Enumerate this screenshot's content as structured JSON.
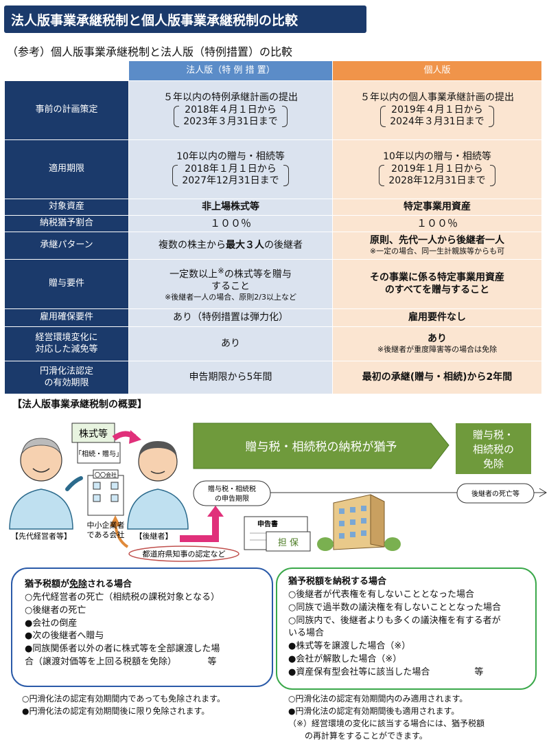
{
  "title": "法人版事業承継税制と個人版事業承継税制の比較",
  "reference_title": "（参考）個人版事業承継税制と法人版（特例措置）の比較",
  "table": {
    "headers": [
      "",
      "法人版（特 例 措 置）",
      "個人版"
    ],
    "rows": [
      {
        "label": "事前の計画策定",
        "c1": {
          "main": "５年以内の特例承継計画の提出",
          "sub1": "2018年４月１日から",
          "sub2": "2023年３月31日まで"
        },
        "c2": {
          "main": "５年以内の個人事業承継計画の提出",
          "sub1": "2019年４月１日から",
          "sub2": "2024年３月31日まで"
        }
      },
      {
        "label": "適用期限",
        "c1": {
          "main": "10年以内の贈与・相続等",
          "sub1": "2018年１月１日から",
          "sub2": "2027年12月31日まで"
        },
        "c2": {
          "main": "10年以内の贈与・相続等",
          "sub1": "2019年１月１日から",
          "sub2": "2028年12月31日まで"
        }
      },
      {
        "label": "対象資産",
        "c1": "非上場株式等",
        "c2": "特定事業用資産"
      },
      {
        "label": "納税猶予割合",
        "c1": "１００％",
        "c2": "１００％"
      },
      {
        "label": "承継パターン",
        "c1": {
          "pre": "複数の株主から",
          "bold": "最大３人",
          "post": "の後継者"
        },
        "c2": {
          "main": "原則、先代一人から後継者一人",
          "note": "※一定の場合、同一生計親族等からも可"
        }
      },
      {
        "label": "贈与要件",
        "c1": {
          "main1": "一定数以上",
          "sup": "※",
          "main2": "の株式等を贈与",
          "main3": "すること",
          "note": "※後継者一人の場合、原則2/3以上など"
        },
        "c2": {
          "l1": "その事業に係る特定事業用資産",
          "l2": "のすべてを贈与すること"
        }
      },
      {
        "label": "雇用確保要件",
        "c1": "あり（特例措置は弾力化）",
        "c2": "雇用要件なし"
      },
      {
        "label1": "経営環境変化に",
        "label2": "対応した減免等",
        "c1": "あり",
        "c2": {
          "main": "あり",
          "note": "※後継者が重度障害等の場合は免除"
        }
      },
      {
        "label1": "円滑化法認定",
        "label2": "の有効期限",
        "c1": "申告期限から5年間",
        "c2": "最初の承継(贈与・相続)から2年間"
      }
    ]
  },
  "overview": {
    "title": "【法人版事業承継税制の概要】",
    "card_text": "株式等",
    "card_sub": "「相続・贈与」",
    "company_sign": "〇〇会社",
    "predecessor_label": "【先代経営者等】",
    "company_label1": "中小企業者",
    "company_label2": "である会社",
    "successor_label": "【後継者】",
    "prefecture_label": "都道府県知事の認定など",
    "deferral_arrow": "贈与税・相続税の納税が猶予",
    "exemption_l1": "贈与税・",
    "exemption_l2": "相続税の",
    "exemption_l3": "免除",
    "deadline_l1": "贈与税・相続税",
    "deadline_l2": "の申告期限",
    "death_label": "後継者の死亡等",
    "declaration_label": "申告書",
    "collateral_label": "担 保"
  },
  "exempt_box": {
    "title_pre": "猶予税額が",
    "title_u": "免除",
    "title_post": "される場合",
    "items": [
      "○先代経営者の死亡（相続税の課税対象となる）",
      "○後継者の死亡",
      "●会社の倒産",
      "●次の後継者へ贈与",
      "●同族関係者以外の者に株式等を全部譲渡した場",
      "合（譲渡対価等を上回る税額を免除）　　　　等"
    ]
  },
  "pay_box": {
    "title": "猶予税額を納税する場合",
    "items": [
      "○後継者が代表権を有しないこととなった場合",
      "○同族で過半数の議決権を有しないこととなった場合",
      "○同族内で、後継者よりも多くの議決権を有する者が",
      "いる場合",
      "●株式等を譲渡した場合（※）",
      "●会社が解散した場合（※）",
      "●資産保有型会社等に該当した場合　　　　　等"
    ]
  },
  "notes_left": [
    "○円滑化法の認定有効期間内であっても免除されます。",
    "●円滑化法の認定有効期間後に限り免除されます。"
  ],
  "notes_right": [
    "○円滑化法の認定有効期間内のみ適用されます。",
    "●円滑化法の認定有効期間後も適用されます。",
    "（※）経営環境の変化に該当する場合には、猶予税額",
    "　　の再計算をすることができます。"
  ]
}
